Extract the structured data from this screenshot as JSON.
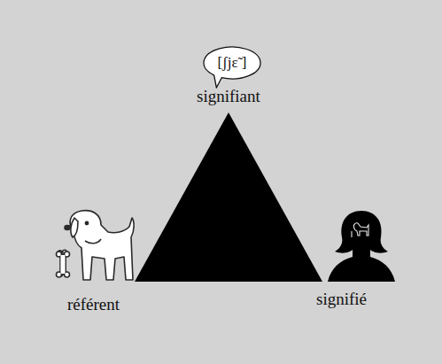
{
  "diagram": {
    "nodes": [
      {
        "text": [
          "[ʃjɛ̃ ]"
        ]
      }
    ],
    "labels": [
      "signifiant",
      "référent",
      "signifié"
    ]
  }
}
